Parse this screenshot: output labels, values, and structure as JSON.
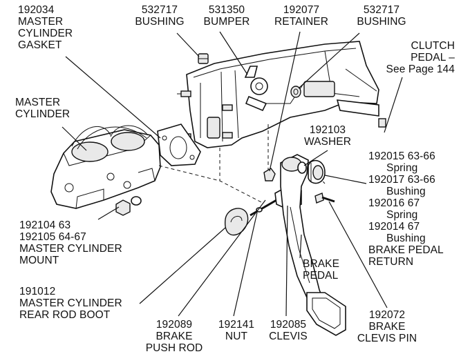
{
  "callouts": [
    {
      "id": "master-cylinder-gasket",
      "lines": [
        "192034",
        "MASTER",
        "CYLINDER",
        "GASKET"
      ]
    },
    {
      "id": "bushing-532717-left",
      "lines": [
        "532717",
        "BUSHING"
      ]
    },
    {
      "id": "bumper-531350",
      "lines": [
        "531350",
        "BUMPER"
      ]
    },
    {
      "id": "retainer-192077",
      "lines": [
        "192077",
        "RETAINER"
      ]
    },
    {
      "id": "bushing-532717-right",
      "lines": [
        "532717",
        "BUSHING"
      ]
    },
    {
      "id": "clutch-pedal",
      "lines": [
        "CLUTCH",
        "PEDAL –",
        "See Page 144"
      ]
    },
    {
      "id": "master-cylinder",
      "lines": [
        "MASTER",
        "CYLINDER"
      ]
    },
    {
      "id": "washer-192103",
      "lines": [
        "192103",
        "WASHER"
      ]
    },
    {
      "id": "spring-bushing-set",
      "lines": [
        "192015  63-66",
        "Spring",
        "192017  63-66",
        "Bushing",
        "192016  67",
        "Spring",
        "192014  67",
        "Bushing",
        "BRAKE PEDAL",
        "RETURN"
      ]
    },
    {
      "id": "master-cylinder-mount",
      "lines": [
        "192104  63",
        "192105  64-67",
        "MASTER CYLINDER",
        "MOUNT"
      ]
    },
    {
      "id": "brake-pedal",
      "lines": [
        "BRAKE",
        "PEDAL"
      ]
    },
    {
      "id": "rear-rod-boot",
      "lines": [
        "191012",
        "MASTER CYLINDER",
        "REAR ROD BOOT"
      ]
    },
    {
      "id": "brake-push-rod",
      "lines": [
        "192089",
        "BRAKE",
        "PUSH ROD"
      ]
    },
    {
      "id": "nut-192141",
      "lines": [
        "192141",
        "NUT"
      ]
    },
    {
      "id": "clevis-192085",
      "lines": [
        "192085",
        "CLEVIS"
      ]
    },
    {
      "id": "brake-clevis-pin",
      "lines": [
        "192072",
        "BRAKE",
        "CLEVIS PIN"
      ]
    }
  ]
}
